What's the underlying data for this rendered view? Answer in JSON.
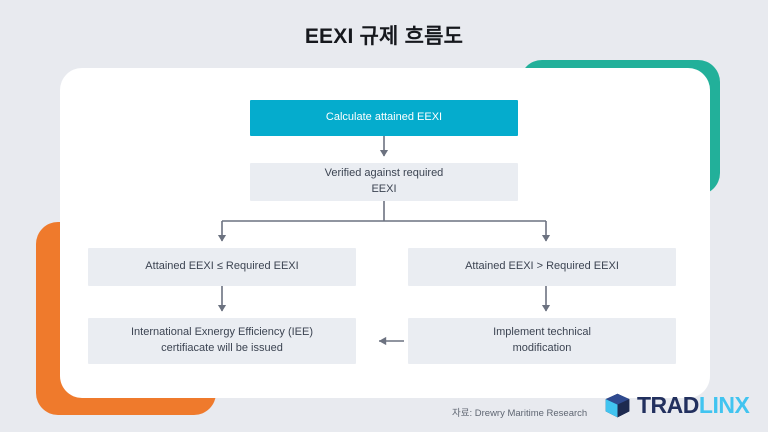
{
  "page": {
    "title": "EEXI 규제 흐름도",
    "background_color": "#e8eaef"
  },
  "accents": [
    {
      "name": "teal-accent",
      "color": "#22b09a"
    },
    {
      "name": "orange-accent",
      "color": "#ef7a2c"
    }
  ],
  "card": {
    "background_color": "#ffffff"
  },
  "flow": {
    "box_fill": "#eaedf2",
    "primary_fill": "#05accd",
    "text_color": "#3c4452",
    "connector_color": "#6c7280",
    "nodes": [
      {
        "id": "calculate",
        "label": "Calculate attained EEXI",
        "style": "primary"
      },
      {
        "id": "verified",
        "label": "Verified against required\nEEXI",
        "style": "default"
      },
      {
        "id": "attained_le",
        "label": "Attained EEXI ≤ Required EEXI",
        "style": "default"
      },
      {
        "id": "attained_gt",
        "label": "Attained EEXI >  Required EEXI",
        "style": "default"
      },
      {
        "id": "certificate",
        "label": "International Exnergy Efficiency (IEE)\ncertifiacate will be issued",
        "style": "default"
      },
      {
        "id": "implement",
        "label": "Implement technical\nmodification",
        "style": "default"
      }
    ],
    "edges": [
      {
        "from": "calculate",
        "to": "verified",
        "direction": "down"
      },
      {
        "from": "verified",
        "to": "attained_le",
        "direction": "down-left"
      },
      {
        "from": "verified",
        "to": "attained_gt",
        "direction": "down-right"
      },
      {
        "from": "attained_le",
        "to": "certificate",
        "direction": "down"
      },
      {
        "from": "attained_gt",
        "to": "implement",
        "direction": "down"
      },
      {
        "from": "implement",
        "to": "certificate",
        "direction": "left"
      }
    ]
  },
  "footer": {
    "source": "자료: Drewry Maritime Research",
    "logo": {
      "name": "tradlinx-logo",
      "text_primary": "TRAD",
      "text_secondary": "LINX",
      "color_primary": "#22305e",
      "color_secondary": "#41c4f0"
    }
  }
}
